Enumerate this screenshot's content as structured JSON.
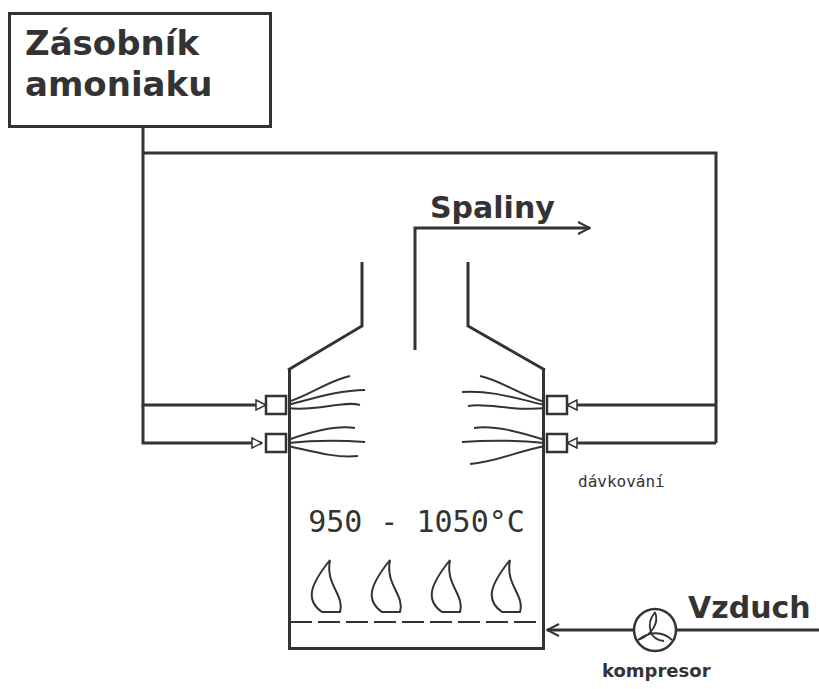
{
  "diagram": {
    "nodes": [
      {
        "text": [
          "Zásobník amoniaku"
        ]
      },
      {
        "text": [
          "950 - 1050°C"
        ]
      }
    ],
    "edges": [
      {
        "from": 0,
        "to": 1,
        "arrow": "to"
      }
    ],
    "labels": [
      "Spaliny",
      "dávkování",
      "Vzduch",
      "kompresor"
    ]
  }
}
